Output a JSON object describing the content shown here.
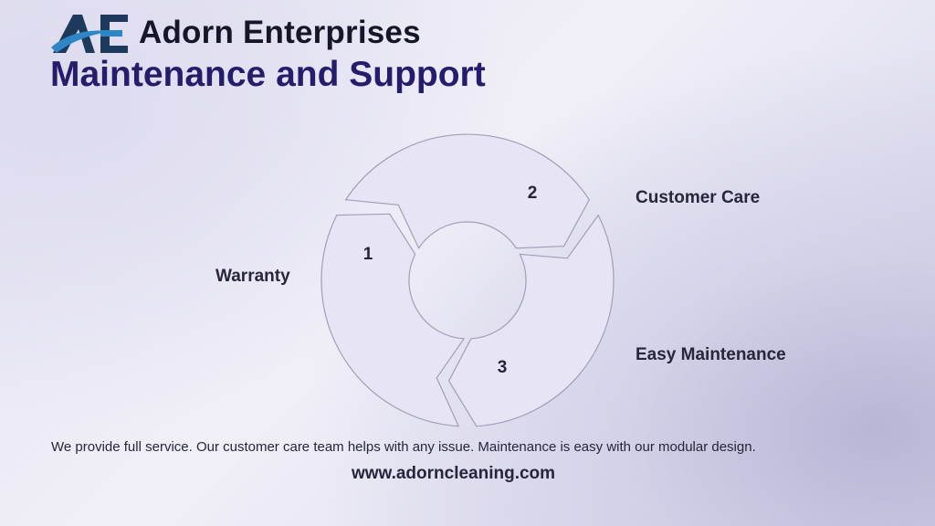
{
  "brand": {
    "name": "Adorn Enterprises",
    "logo_text": "AE"
  },
  "slide": {
    "title": "Maintenance and Support"
  },
  "diagram": {
    "segments": [
      {
        "number": "1",
        "label": "Warranty"
      },
      {
        "number": "2",
        "label": "Customer Care"
      },
      {
        "number": "3",
        "label": "Easy Maintenance"
      }
    ]
  },
  "footer": {
    "description": "We provide full service. Our customer care team helps with any issue. Maintenance is easy with our modular design.",
    "website": "www.adorncleaning.com"
  },
  "colors": {
    "title": "#241d6b",
    "logo_dark": "#1d3a5c",
    "logo_blue": "#2f86c4",
    "segment_fill": "#e6e4f5"
  }
}
